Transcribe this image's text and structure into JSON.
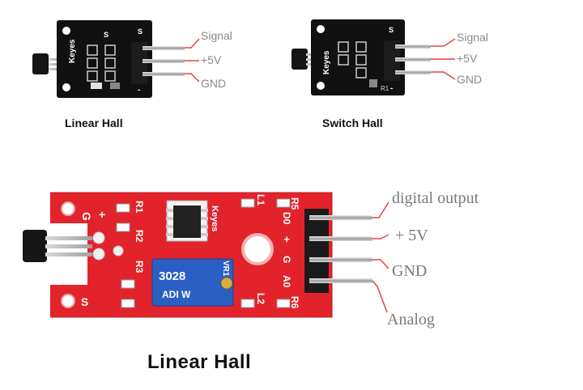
{
  "modules": {
    "linear_small": {
      "caption": "Linear Hall",
      "pins": [
        "Signal",
        "+5V",
        "GND"
      ],
      "silkscreen": {
        "brand": "Keyes",
        "s_mark": "S",
        "s_mark2": "S",
        "minus": "-"
      }
    },
    "switch_small": {
      "caption": "Switch Hall",
      "pins": [
        "Signal",
        "+5V",
        "GND"
      ],
      "silkscreen": {
        "brand": "Keyes",
        "s_mark": "S",
        "r1": "R1",
        "minus": "-"
      }
    },
    "linear_large": {
      "caption": "Linear Hall",
      "pins": [
        "digital output",
        "+ 5V",
        "GND",
        "Analog"
      ],
      "silkscreen": {
        "brand": "Keyes",
        "g_mark": "G",
        "plus_mark": "+",
        "s_mark": "S",
        "r1": "R1",
        "r2": "R2",
        "r3": "R3",
        "r5": "R5",
        "r6": "R6",
        "l1": "L1",
        "l2": "L2",
        "d0": "D0",
        "a0": "A0",
        "g_pin": "G",
        "plus_pin": "+",
        "vr1": "VR1",
        "pot_code": "3028",
        "pot_code2": "ADI W"
      }
    }
  },
  "colors": {
    "black_pcb": "#111111",
    "red_pcb": "#e3232c",
    "leader_red": "#e84040",
    "pin_gray": "#b8b8b8",
    "pot_blue": "#2b5fc4",
    "label_gray": "#8a8a8a"
  }
}
